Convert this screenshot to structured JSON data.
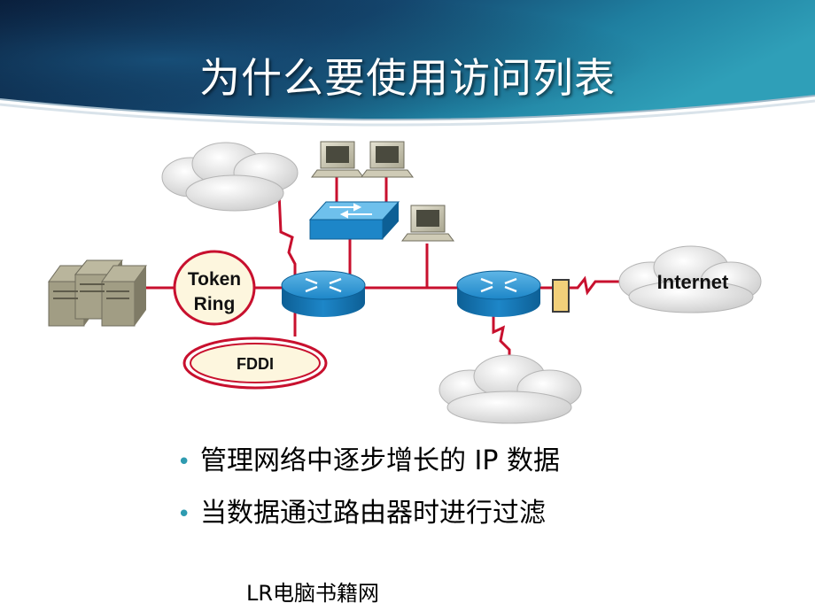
{
  "title": "为什么要使用访问列表",
  "diagram": {
    "labels": {
      "token_ring_line1": "Token",
      "token_ring_line2": "Ring",
      "fddi": "FDDI",
      "internet": "Internet"
    }
  },
  "bullets": [
    "管理网络中逐步增长的 IP 数据",
    "当数据通过路由器时进行过滤"
  ],
  "footer": "LR电脑书籍网",
  "colors": {
    "header_dark": "#0c2a4a",
    "header_light": "#2f9fb8",
    "link_red": "#c8102e",
    "device_blue": "#1d86c8",
    "bullet": "#2e9bb0"
  }
}
